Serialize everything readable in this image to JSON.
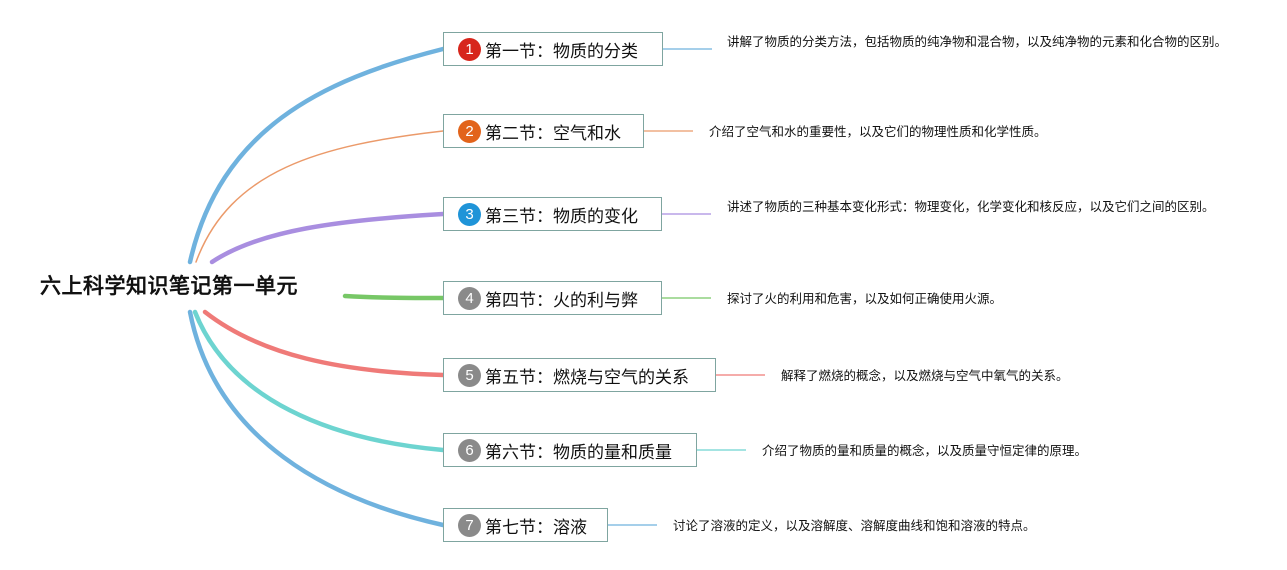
{
  "root": {
    "title": "六上科学知识笔记第一单元"
  },
  "sections": [
    {
      "number": "1",
      "label": "第一节：物质的分类",
      "description": "讲解了物质的分类方法，包括物质的纯净物和混合物，以及纯净物的元素和化合物的区别。",
      "badge_color": "#d7261c",
      "branch_color": "#6fb2de"
    },
    {
      "number": "2",
      "label": "第二节：空气和水",
      "description": "介绍了空气和水的重要性，以及它们的物理性质和化学性质。",
      "badge_color": "#e2641b",
      "branch_color": "#eb9a6a"
    },
    {
      "number": "3",
      "label": "第三节：物质的变化",
      "description": "讲述了物质的三种基本变化形式：物理变化，化学变化和核反应，以及它们之间的区别。",
      "badge_color": "#1f94d8",
      "branch_color": "#a98ee0"
    },
    {
      "number": "4",
      "label": "第四节：火的利与弊",
      "description": "探讨了火的利用和危害，以及如何正确使用火源。",
      "badge_color": "#8a8a8a",
      "branch_color": "#77c766"
    },
    {
      "number": "5",
      "label": "第五节：燃烧与空气的关系",
      "description": "解释了燃烧的概念，以及燃烧与空气中氧气的关系。",
      "badge_color": "#8a8a8a",
      "branch_color": "#ef7a78"
    },
    {
      "number": "6",
      "label": "第六节：物质的量和质量",
      "description": "介绍了物质的量和质量的概念，以及质量守恒定律的原理。",
      "badge_color": "#8a8a8a",
      "branch_color": "#6dd4d0"
    },
    {
      "number": "7",
      "label": "第七节：溶液",
      "description": "讨论了溶液的定义，以及溶解度、溶解度曲线和饱和溶液的特点。",
      "badge_color": "#8a8a8a",
      "branch_color": "#6fb2de"
    }
  ]
}
